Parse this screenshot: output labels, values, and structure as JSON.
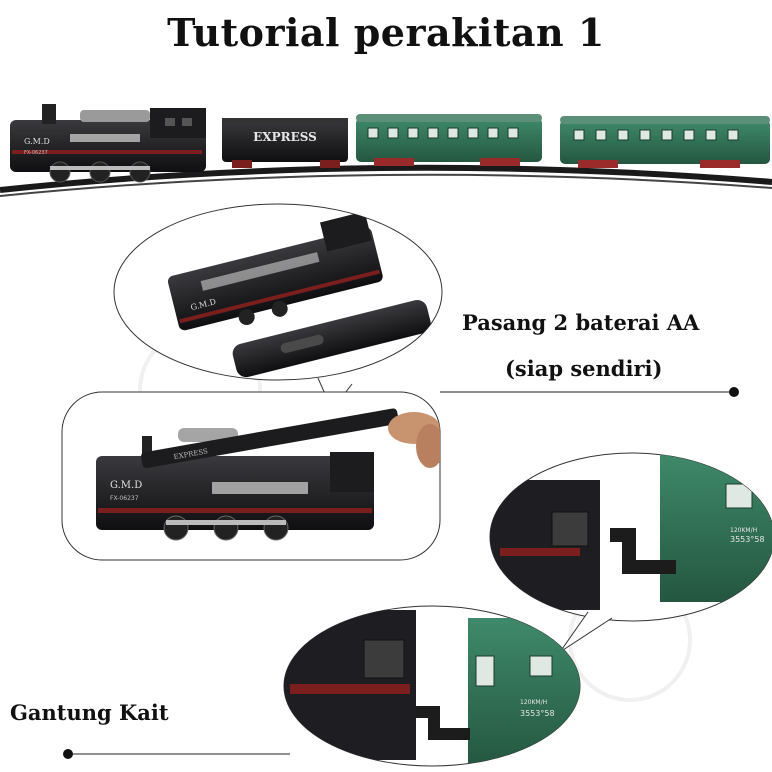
{
  "title": "Tutorial perakitan 1",
  "locomotive": {
    "brand": "G.M.D",
    "model": "FX-06237",
    "roof_text": "EXPRESS"
  },
  "tender": {
    "label": "EXPRESS"
  },
  "coach": {
    "number_line1": "120KM/H",
    "number_line2": "3553°58"
  },
  "captions": {
    "battery_line1": "Pasang 2 baterai AA",
    "battery_line2": "(siap sendiri)",
    "hook": "Gantung Kait"
  },
  "colors": {
    "locomotive_body": "#1c1c1e",
    "locomotive_trim": "#7a1e1e",
    "coach_green": "#2f6b52",
    "wheel_red": "#9b2a2a",
    "track": "#1a1a1a"
  }
}
